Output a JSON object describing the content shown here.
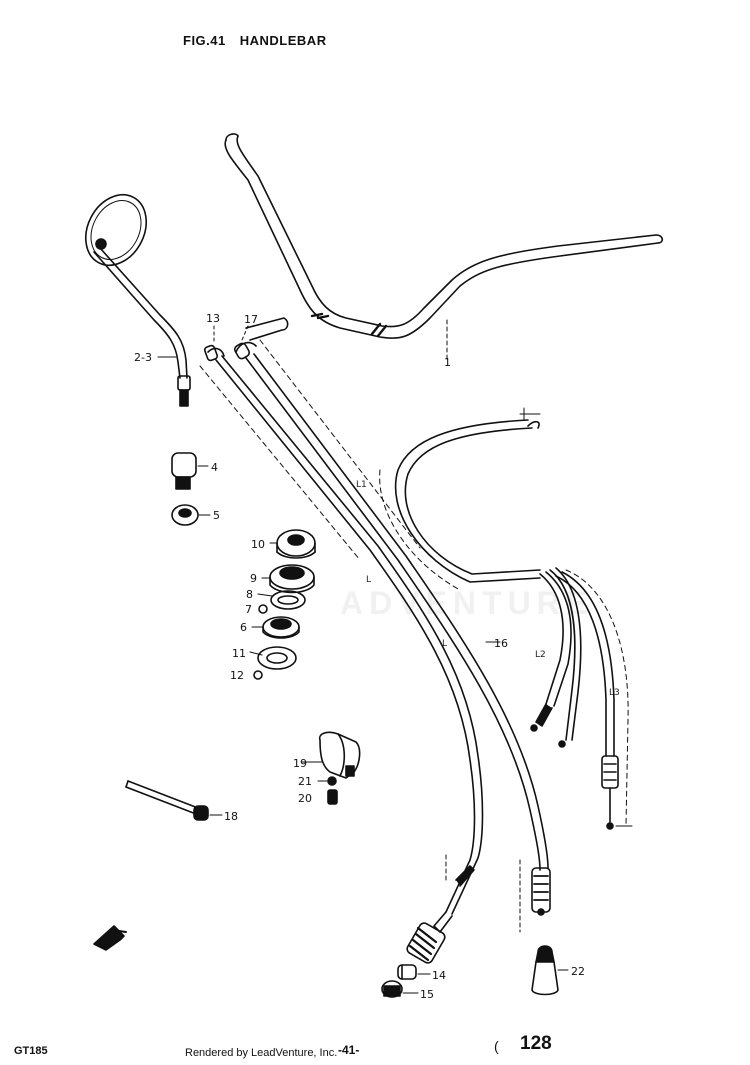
{
  "figure": {
    "number": "FIG.41",
    "title": "HANDLEBAR"
  },
  "callouts": {
    "p1": "1",
    "p2_3": "2-3",
    "p4": "4",
    "p5": "5",
    "p6": "6",
    "p7": "7",
    "p8": "8",
    "p9": "9",
    "p10": "10",
    "p11": "11",
    "p12": "12",
    "p13": "13",
    "p14": "14",
    "p15": "15",
    "p16": "16",
    "p17": "17",
    "p18": "18",
    "p19": "19",
    "p20": "20",
    "p21": "21",
    "p22": "22"
  },
  "lengths": {
    "l1": "L1",
    "l_a": "L",
    "l_b": "L",
    "l2": "L2",
    "l3": "L3"
  },
  "footer": {
    "model": "GT185",
    "rendered_by": "Rendered by LeadVenture, Inc.",
    "page_marker": "-41-",
    "mark": "(",
    "page_number": "128"
  },
  "watermark": "ADVENTURE",
  "colors": {
    "ink": "#111111",
    "paper": "#ffffff"
  }
}
